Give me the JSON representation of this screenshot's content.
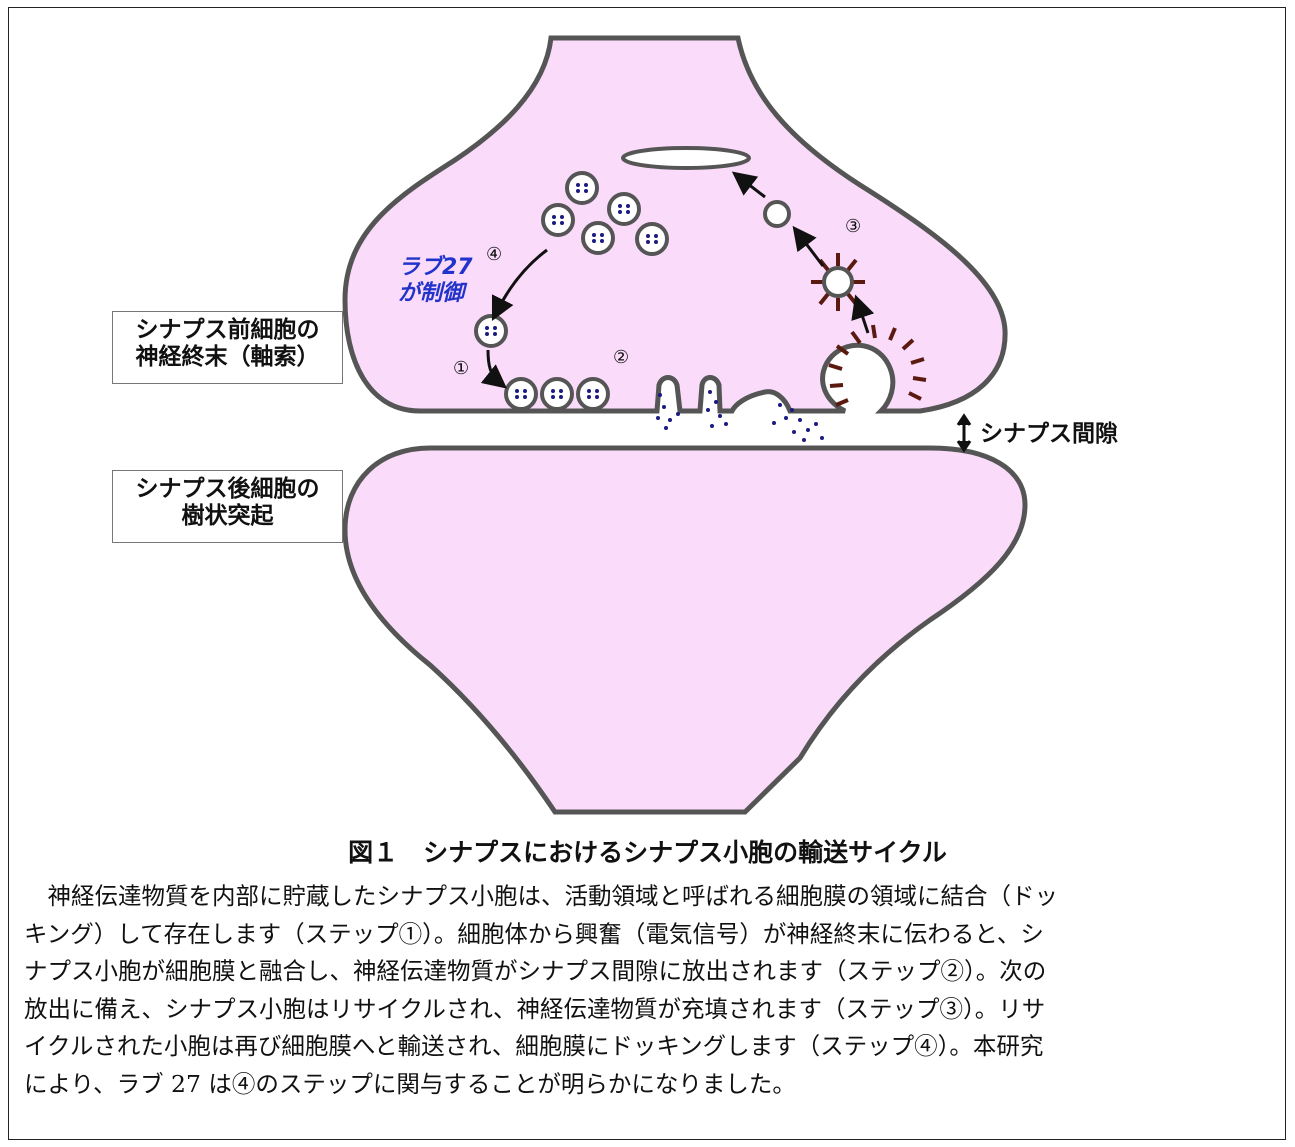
{
  "labels": {
    "pre": [
      "シナプス前細胞の",
      "神経終末（軸索）"
    ],
    "post": [
      "シナプス後細胞の",
      "樹状突起"
    ],
    "cleft": "シナプス間隙",
    "rab": [
      "ラブ27",
      "が制御"
    ],
    "steps": [
      "①",
      "②",
      "③",
      "④"
    ]
  },
  "caption": {
    "title": "図１　シナプスにおけるシナプス小胞の輸送サイクル",
    "body": [
      "神経伝達物質を内部に貯蔵したシナプス小胞は、活動領域と呼ばれる細胞膜の領域に結合（ドッ",
      "キング）して存在します（ステップ①）。細胞体から興奮（電気信号）が神経終末に伝わると、シ",
      "ナプス小胞が細胞膜と融合し、神経伝達物質がシナプス間隙に放出されます（ステップ②）。次の",
      "放出に備え、シナプス小胞はリサイクルされ、神経伝達物質が充填されます（ステップ③）。リサ",
      "イクルされた小胞は再び細胞膜へと輸送され、細胞膜にドッキングします（ステップ④）。本研究",
      "により、ラブ 27 は④のステップに関与することが明らかになりました。"
    ]
  },
  "colors": {
    "cell": "#fadcfa",
    "membrane": "#555555",
    "coat": "#5a1a10",
    "vesicle_dot": "#1a1a80",
    "rab_text": "#2233cc"
  }
}
